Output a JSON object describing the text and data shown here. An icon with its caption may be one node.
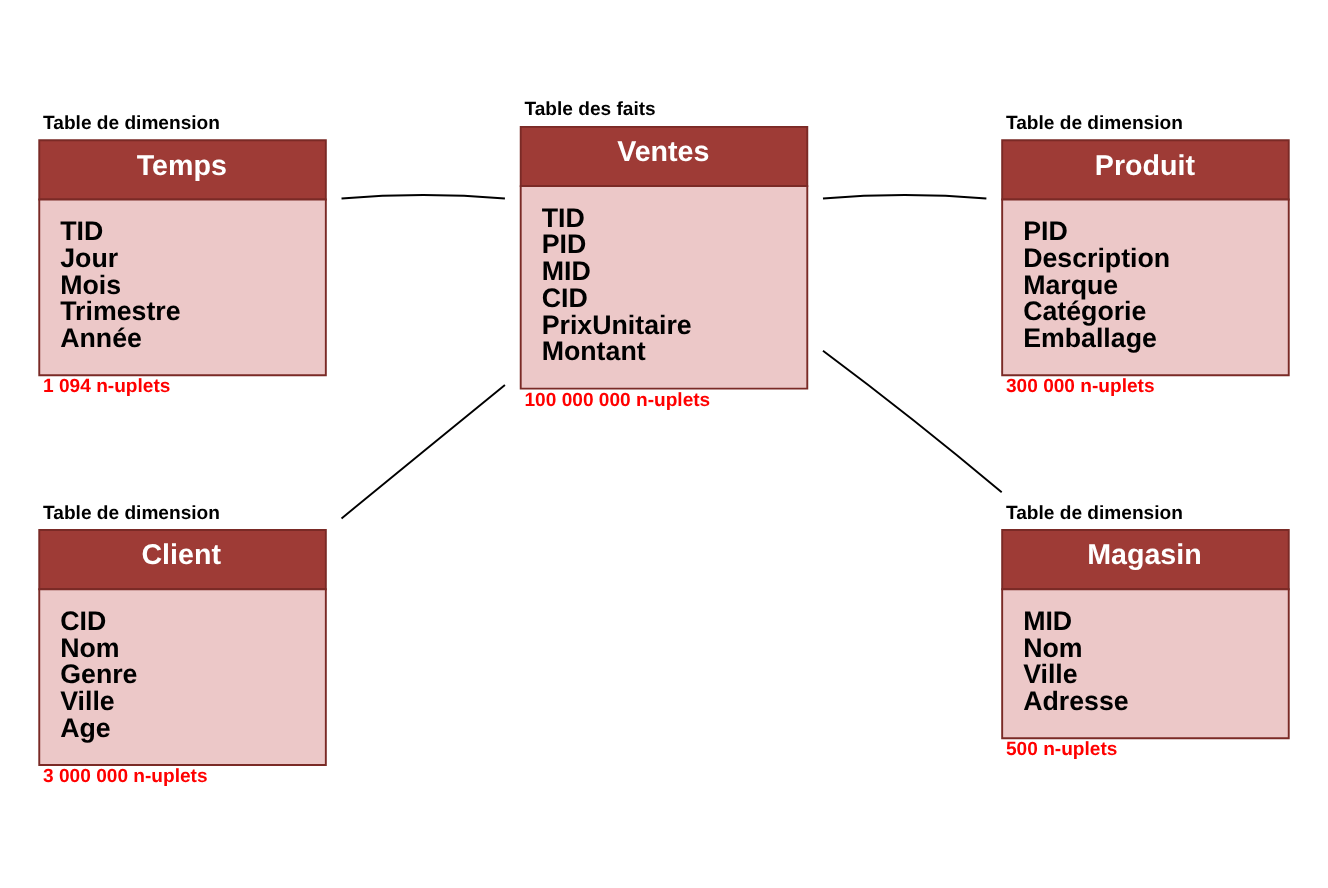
{
  "diagram": {
    "nodes": [
      {
        "text": [
          "Temps",
          "TID",
          "Jour",
          "Mois",
          "Trimestre",
          "Année"
        ],
        "beside": [
          "Table de dimension",
          "1 094 n-uplets"
        ]
      },
      {
        "text": [
          "Ventes",
          "TID",
          "PID",
          "MID",
          "CID",
          "PrixUnitaire",
          "Montant"
        ],
        "beside": [
          "Table des faits",
          "100 000 000 n-uplets"
        ]
      },
      {
        "text": [
          "Produit",
          "PID",
          "Description",
          "Marque",
          "Catégorie",
          "Emballage"
        ],
        "beside": [
          "Table de dimension",
          "300 000 n-uplets"
        ]
      },
      {
        "text": [
          "Client",
          "CID",
          "Nom",
          "Genre",
          "Ville",
          "Age"
        ],
        "beside": [
          "Table de dimension",
          "3 000 000 n-uplets"
        ]
      },
      {
        "text": [
          "Magasin",
          "MID",
          "Nom",
          "Ville",
          "Adresse"
        ],
        "beside": [
          "Table de dimension",
          "500 n-uplets"
        ]
      }
    ],
    "edges": [
      {
        "from": 0,
        "to": 1,
        "arrow": "none"
      },
      {
        "from": 2,
        "to": 1,
        "arrow": "none"
      },
      {
        "from": 3,
        "to": 1,
        "arrow": "none"
      },
      {
        "from": 4,
        "to": 1,
        "arrow": "none"
      }
    ]
  }
}
